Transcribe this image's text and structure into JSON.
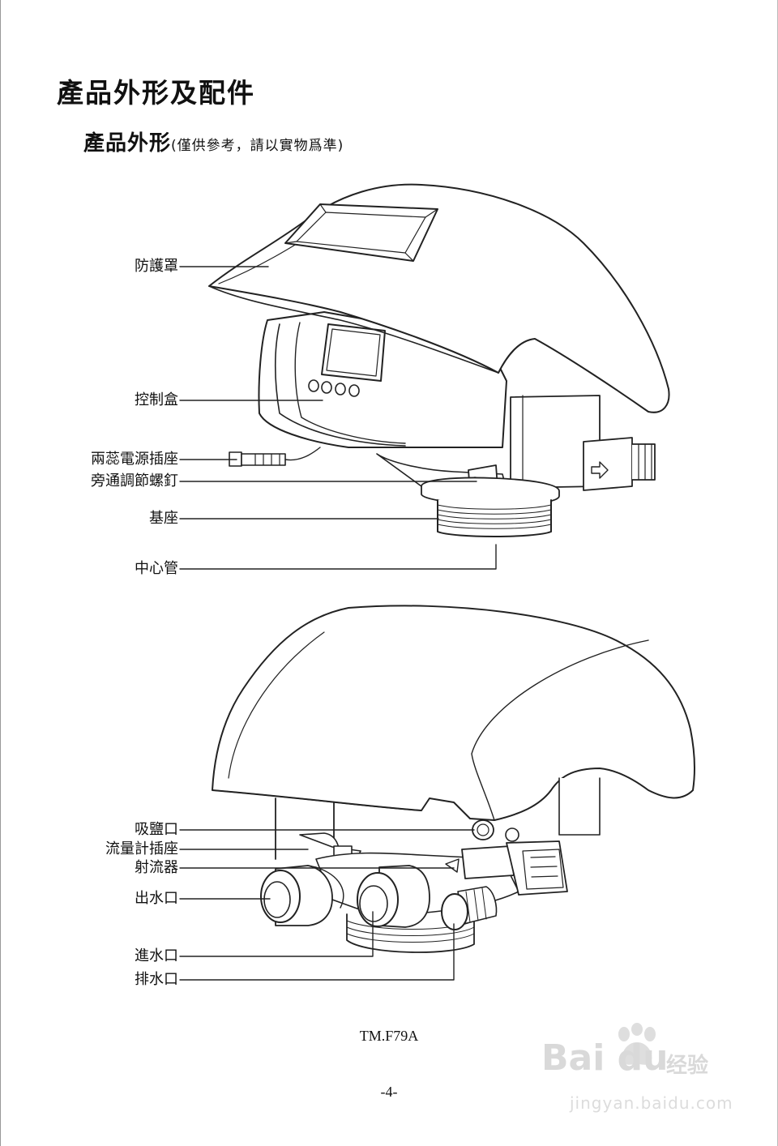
{
  "heading": "產品外形及配件",
  "subheading": {
    "title": "產品外形",
    "note": "(僅供參考，請以實物爲準)"
  },
  "top_labels": [
    "防護罩",
    "控制盒",
    "兩蕊電源插座",
    "旁通調節螺釘",
    "基座",
    "中心管"
  ],
  "bottom_labels": [
    "吸鹽口",
    "流量計插座",
    "射流器",
    "出水口",
    "進水口",
    "排水口"
  ],
  "model": "TM.F79A",
  "page_number": "-4-",
  "watermark": {
    "brand": "Bai du",
    "cn": "经验",
    "url": "jingyan.baidu.com"
  }
}
